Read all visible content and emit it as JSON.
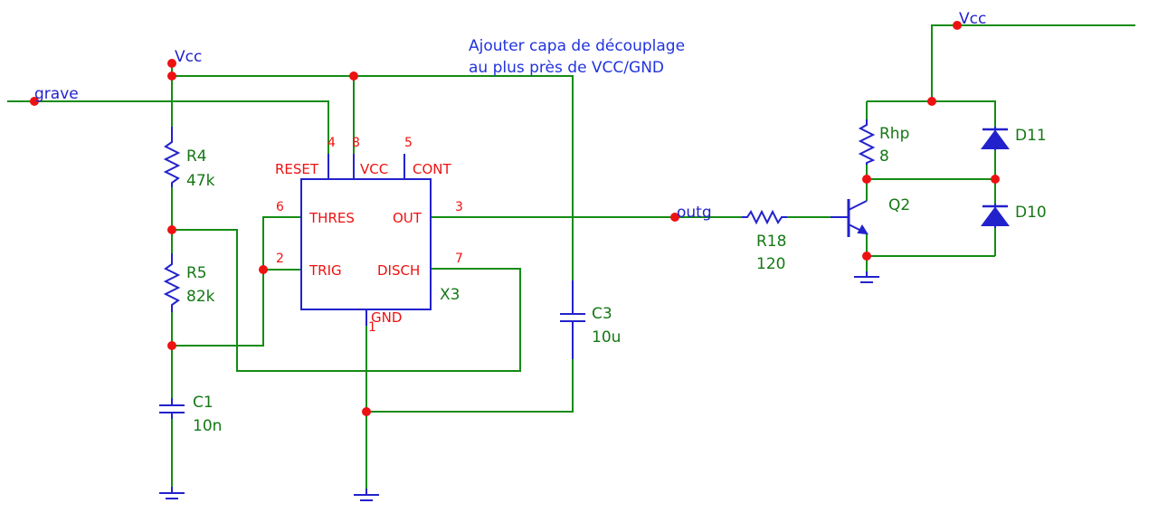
{
  "colors": {
    "wire": "#148c14",
    "component": "#2222cc",
    "junction": "#ee1111",
    "pin_text": "#ee1111",
    "comp_text": "#147814",
    "note_text": "#2233dd"
  },
  "note": {
    "line1": "Ajouter capa de découplage",
    "line2": "au plus près de VCC/GND"
  },
  "nets": {
    "vcc_left": "Vcc",
    "vcc_right": "Vcc",
    "grave": "grave",
    "outg": "outg"
  },
  "components": {
    "r4": {
      "ref": "R4",
      "value": "47k"
    },
    "r5": {
      "ref": "R5",
      "value": "82k"
    },
    "c1": {
      "ref": "C1",
      "value": "10n"
    },
    "c3": {
      "ref": "C3",
      "value": "10u"
    },
    "r18": {
      "ref": "R18",
      "value": "120"
    },
    "rhp": {
      "ref": "Rhp",
      "value": "8"
    },
    "q2": {
      "ref": "Q2"
    },
    "d11": {
      "ref": "D11"
    },
    "d10": {
      "ref": "D10"
    },
    "x3": {
      "ref": "X3"
    }
  },
  "ic555": {
    "pins": {
      "reset": {
        "num": "4",
        "name": "RESET"
      },
      "vcc": {
        "num": "8",
        "name": "VCC"
      },
      "cont": {
        "num": "5",
        "name": "CONT"
      },
      "thres": {
        "num": "6",
        "name": "THRES"
      },
      "trig": {
        "num": "2",
        "name": "TRIG"
      },
      "out": {
        "num": "3",
        "name": "OUT"
      },
      "disch": {
        "num": "7",
        "name": "DISCH"
      },
      "gnd": {
        "num": "1",
        "name": "GND"
      }
    }
  },
  "icons": [
    "ground-icon",
    "resistor-icon",
    "capacitor-icon",
    "diode-icon",
    "npn-transistor-icon",
    "junction-dot"
  ]
}
